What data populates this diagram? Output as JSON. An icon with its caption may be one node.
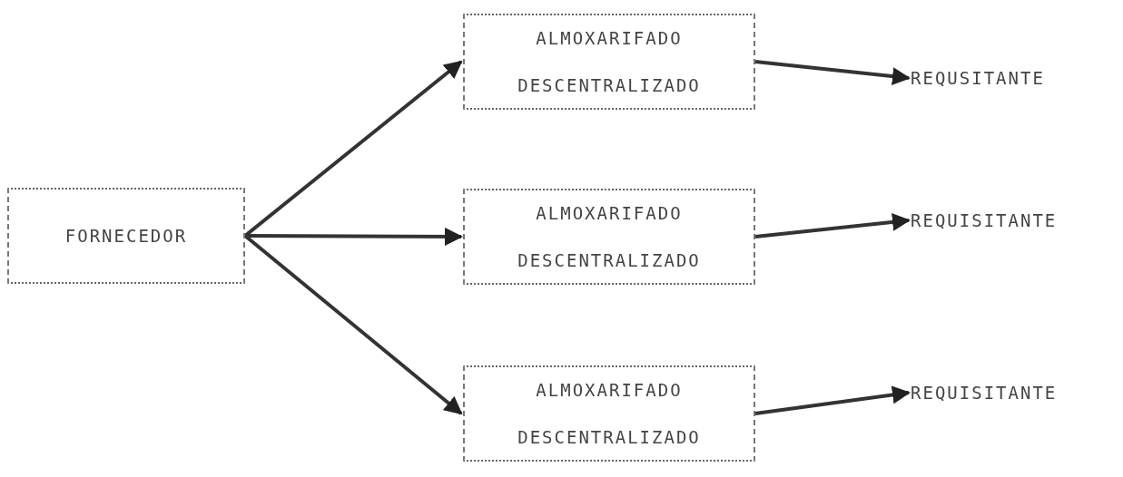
{
  "diagram": {
    "nodes": [
      {
        "text": [
          "FORNECEDOR"
        ]
      },
      {
        "text": [
          "ALMOXARIFADO DESCENTRALIZADO"
        ]
      },
      {
        "text": [
          "ALMOXARIFADO DESCENTRALIZADO"
        ]
      },
      {
        "text": [
          "ALMOXARIFADO DESCENTRALIZADO"
        ]
      },
      {
        "text": [
          "REQUSITANTE"
        ]
      },
      {
        "text": [
          "REQUISITANTE"
        ]
      },
      {
        "text": [
          "REQUISITANTE"
        ]
      }
    ],
    "edges": [
      {
        "from": 0,
        "to": 1,
        "arrow": "to"
      },
      {
        "from": 0,
        "to": 2,
        "arrow": "to"
      },
      {
        "from": 0,
        "to": 3,
        "arrow": "to"
      },
      {
        "from": 1,
        "to": 4,
        "arrow": "to"
      },
      {
        "from": 2,
        "to": 5,
        "arrow": "to"
      },
      {
        "from": 3,
        "to": 6,
        "arrow": "to"
      }
    ]
  }
}
